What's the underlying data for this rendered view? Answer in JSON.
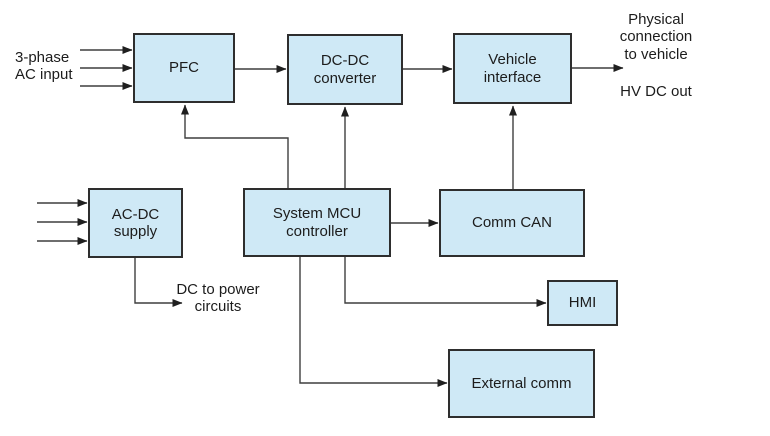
{
  "colors": {
    "background": "#ffffff",
    "block_fill": "#cfe9f6",
    "block_border": "#2e2e2e",
    "wire": "#3f3f3f",
    "arrowhead": "#1f1f1f",
    "text": "#1c1c1c"
  },
  "blocks": {
    "pfc": {
      "label": "PFC"
    },
    "dcdc_converter": {
      "label": "DC-DC\nconverter"
    },
    "vehicle_interface": {
      "label": "Vehicle\ninterface"
    },
    "acdc_supply": {
      "label": "AC-DC\nsupply"
    },
    "system_mcu": {
      "label": "System MCU\ncontroller"
    },
    "comm_can": {
      "label": "Comm CAN"
    },
    "hmi": {
      "label": "HMI"
    },
    "external_comm": {
      "label": "External comm"
    }
  },
  "annotations": {
    "ac_input": "3-phase\nAC input",
    "physical_connection": "Physical\nconnection\nto vehicle",
    "hv_dc_out": "HV DC out",
    "dc_to_power": "DC to power\ncircuits"
  }
}
